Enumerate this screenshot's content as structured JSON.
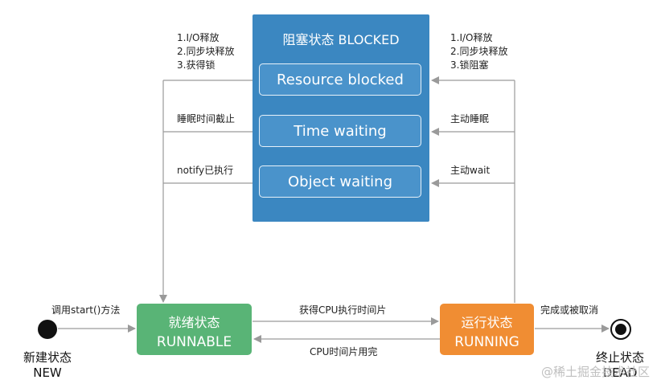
{
  "blocked": {
    "title": "阻塞状态 BLOCKED",
    "substates": [
      "Resource blocked",
      "Time waiting",
      "Object waiting"
    ]
  },
  "left_labels": {
    "resource": [
      "1.I/O释放",
      "2.同步块释放",
      "3.获得锁"
    ],
    "time": "睡眠时间截止",
    "object": "notify已执行"
  },
  "right_labels": {
    "resource": [
      "1.I/O释放",
      "2.同步块释放",
      "3.锁阻塞"
    ],
    "time": "主动睡眠",
    "object": "主动wait"
  },
  "new_state": {
    "zh": "新建状态",
    "en": "NEW",
    "edge": "调用start()方法"
  },
  "runnable": {
    "zh": "就绪状态",
    "en": "RUNNABLE"
  },
  "running": {
    "zh": "运行状态",
    "en": "RUNNING"
  },
  "dead_state": {
    "zh": "终止状态",
    "en": "DEAD",
    "edge": "完成或被取消"
  },
  "edges": {
    "to_running": "获得CPU执行时间片",
    "to_runnable": "CPU时间片用完"
  },
  "watermark": "@稀土掘金技术社区",
  "colors": {
    "blocked": "#3b87c1",
    "runnable": "#59b476",
    "running": "#f08d33"
  }
}
